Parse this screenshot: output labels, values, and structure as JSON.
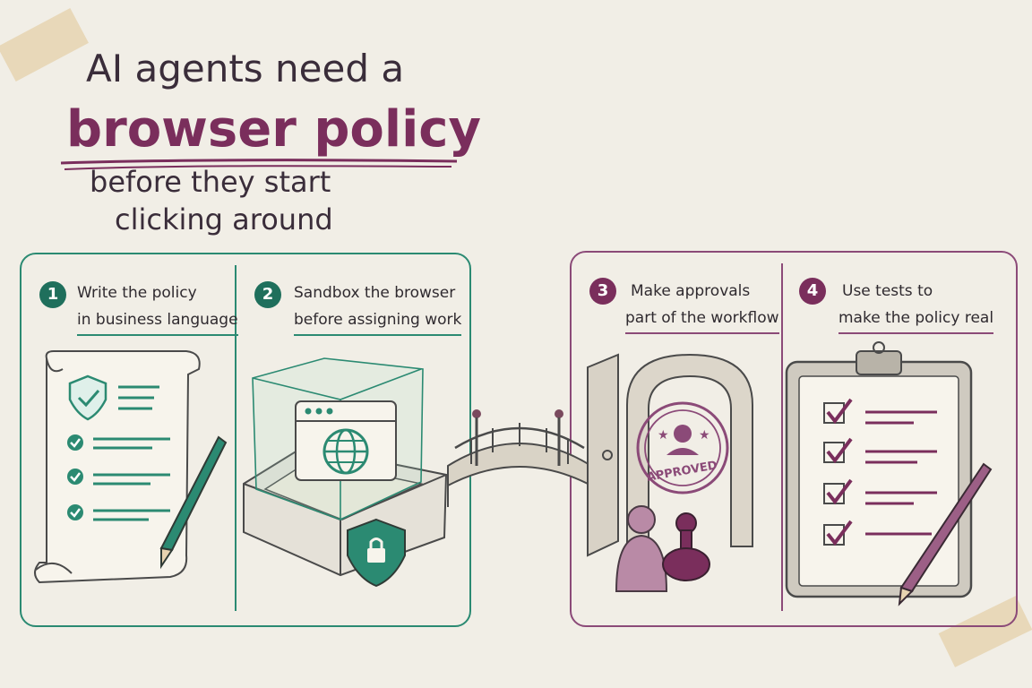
{
  "title": {
    "line1": "AI agents need a",
    "line2": "browser policy",
    "line3": "before they start",
    "line4": "clicking around"
  },
  "steps": [
    {
      "number": "1",
      "line1": "Write the policy",
      "line2": "in business language"
    },
    {
      "number": "2",
      "line1": "Sandbox the browser",
      "line2": "before assigning work"
    },
    {
      "number": "3",
      "line1": "Make approvals",
      "line2": "part of the workflow"
    },
    {
      "number": "4",
      "line1": "Use tests to",
      "line2": "make the policy real"
    }
  ],
  "stamp_text": "APPROVED",
  "colors": {
    "teal": "#2b8a72",
    "plum": "#7a2e5c",
    "paper": "#f1eee6",
    "ink": "#3a2d3a"
  }
}
